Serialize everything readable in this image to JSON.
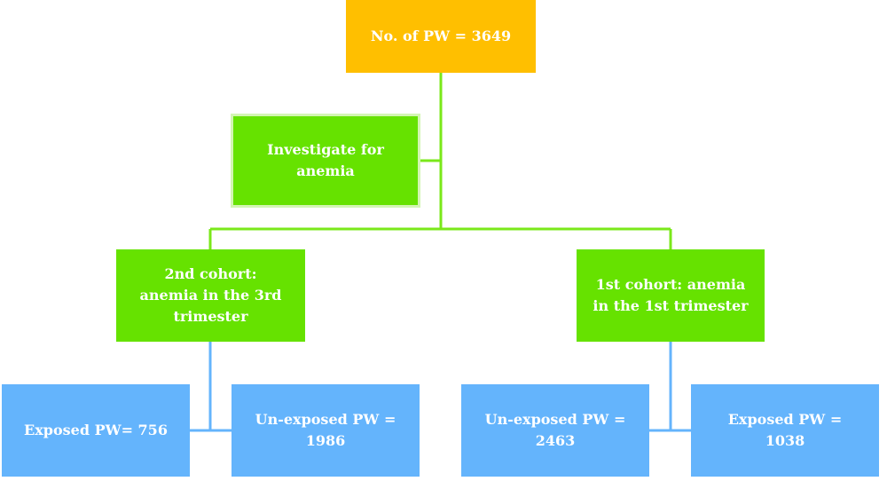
{
  "nodes": {
    "root": {
      "label": "No. of PW = 3649",
      "color": "#ffbf00"
    },
    "investigate": {
      "label": "Investigate for\nanemia",
      "color": "#66e200"
    },
    "cohort2": {
      "label": "2nd cohort:\nanemia in the 3rd\ntrimester",
      "color": "#66e200"
    },
    "cohort1": {
      "label": "1st cohort: anemia\nin the 1st trimester",
      "color": "#66e200"
    },
    "exposed2": {
      "label": "Exposed PW= 756",
      "color": "#64b4fc"
    },
    "unexposed2": {
      "label": "Un-exposed PW =\n1986",
      "color": "#64b4fc"
    },
    "unexposed1": {
      "label": "Un-exposed PW =\n2463",
      "color": "#64b4fc"
    },
    "exposed1": {
      "label": "Exposed PW =\n1038",
      "color": "#64b4fc"
    }
  },
  "connector_colors": {
    "green": "#7ae81a",
    "blue": "#64b4fc"
  }
}
